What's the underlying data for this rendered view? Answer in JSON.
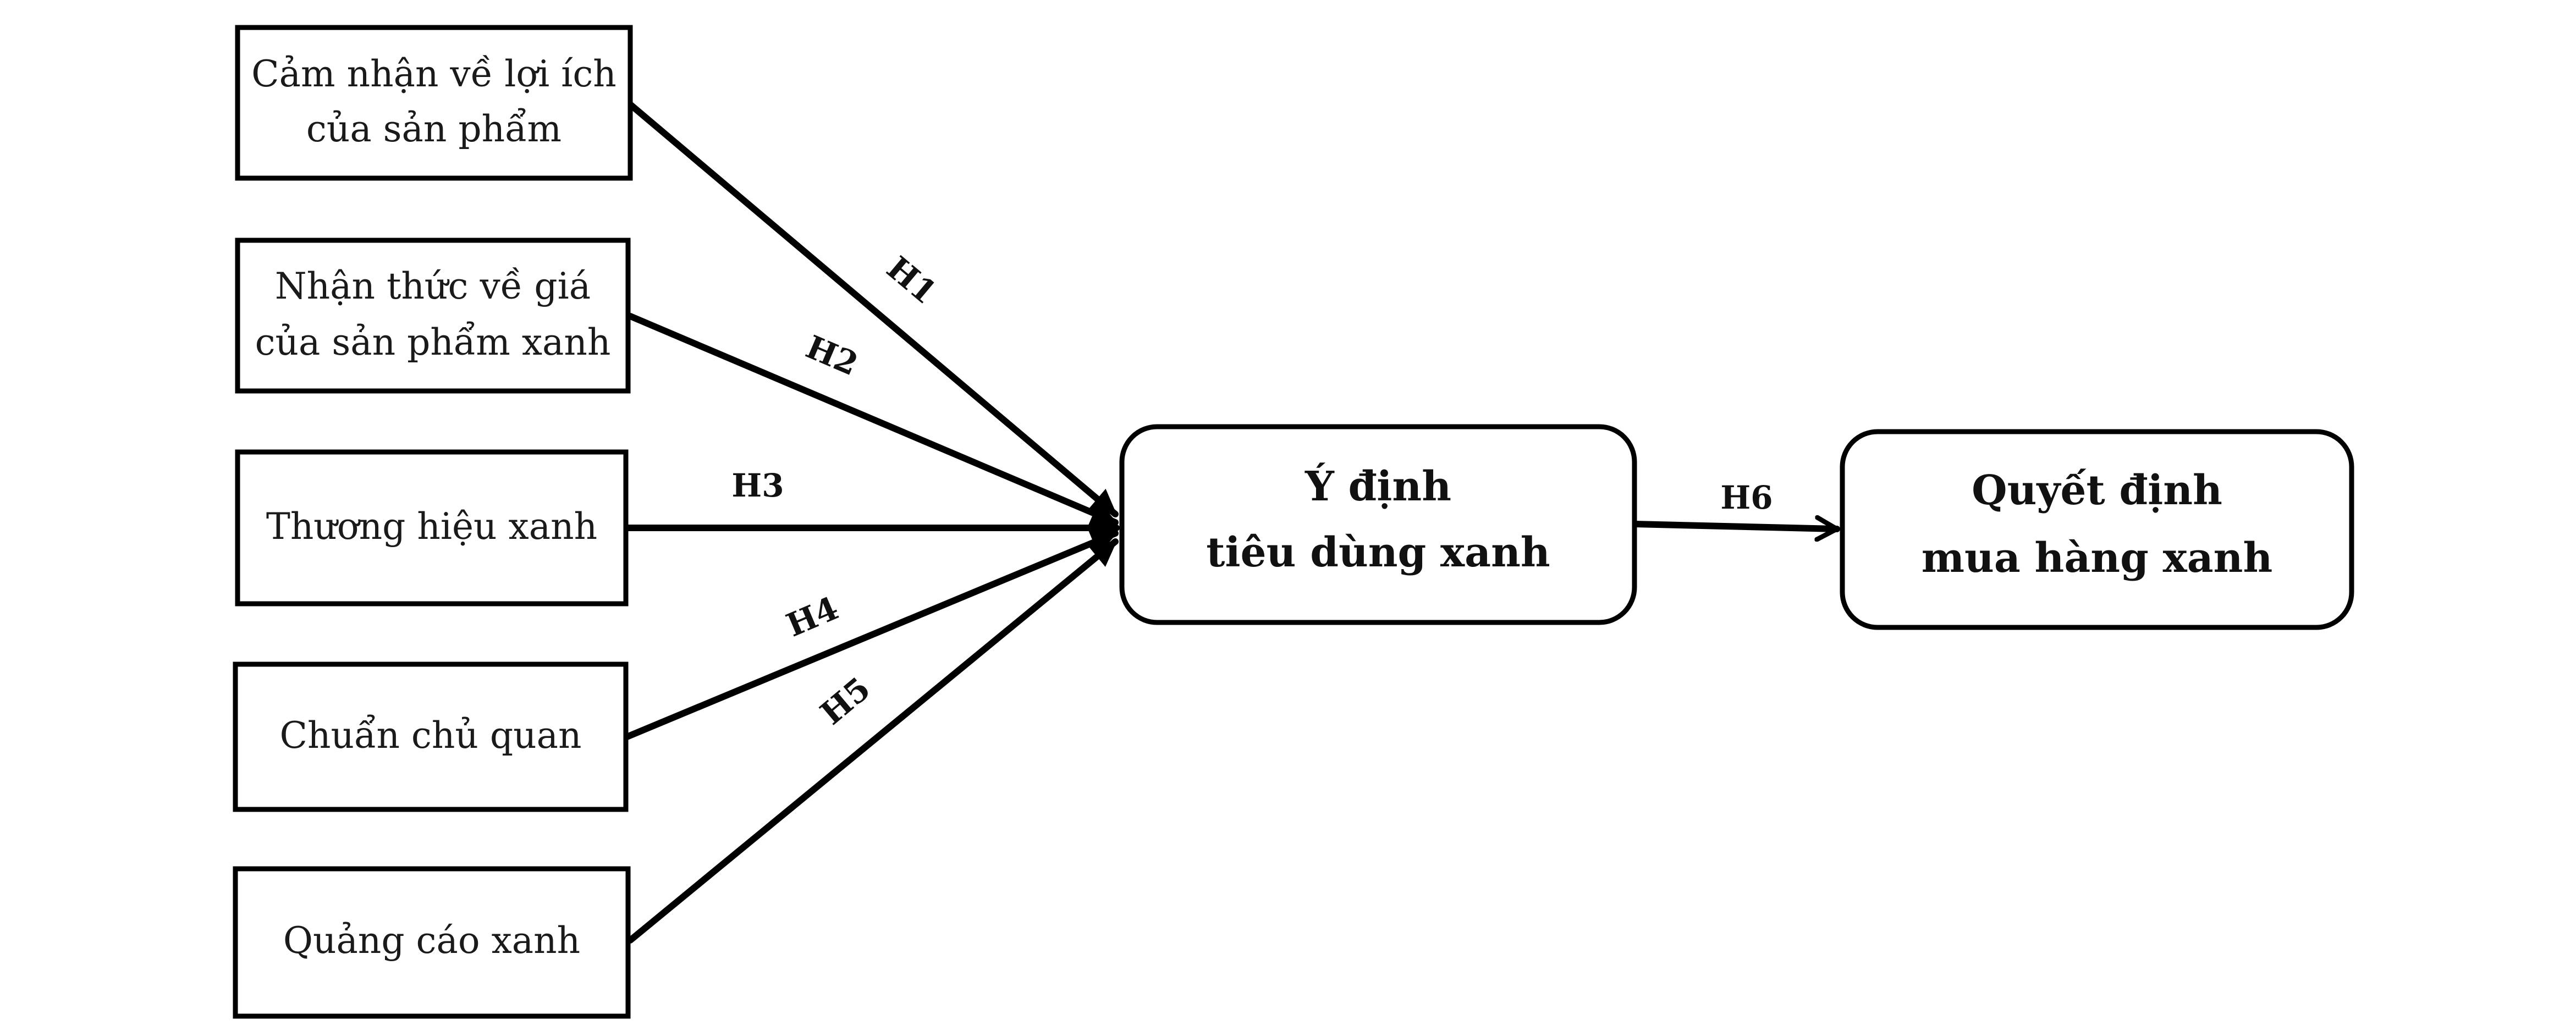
{
  "nodes": {
    "benefit": {
      "line1": "Cảm nhận về lợi ích",
      "line2": "của sản phẩm"
    },
    "price": {
      "line1": "Nhận thức về giá",
      "line2": "của sản phẩm xanh"
    },
    "brand": {
      "line1": "Thương hiệu xanh"
    },
    "norm": {
      "line1": "Chuẩn chủ quan"
    },
    "ad": {
      "line1": "Quảng cáo xanh"
    },
    "intention": {
      "line1": "Ý định",
      "line2": "tiêu dùng xanh"
    },
    "decision": {
      "line1": "Quyết định",
      "line2": "mua hàng xanh"
    }
  },
  "edges": {
    "h1": "H1",
    "h2": "H2",
    "h3": "H3",
    "h4": "H4",
    "h5": "H5",
    "h6": "H6"
  }
}
